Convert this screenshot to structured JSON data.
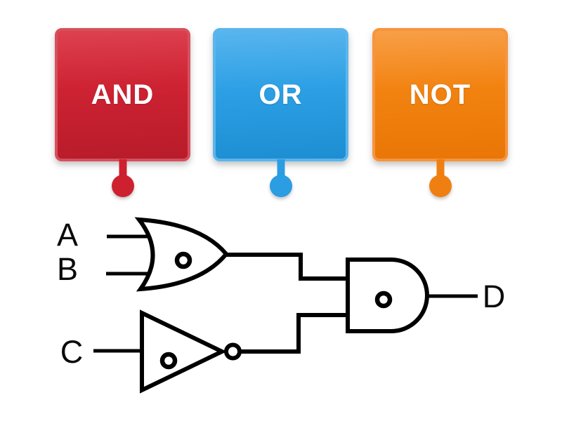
{
  "page": {
    "background": "#ffffff"
  },
  "cards": [
    {
      "id": "and",
      "label": "AND",
      "color": {
        "base": "#cd2232",
        "light": "#dd4150",
        "dark": "#b81c2a",
        "border": "#d6505c",
        "connector": "#ce2130"
      }
    },
    {
      "id": "or",
      "label": "OR",
      "color": {
        "base": "#2da0e5",
        "light": "#58b5ee",
        "dark": "#1d8ed2",
        "border": "#5cb5ec",
        "connector": "#2b9de2"
      }
    },
    {
      "id": "not",
      "label": "NOT",
      "color": {
        "base": "#f28311",
        "light": "#f89f48",
        "dark": "#e97606",
        "border": "#f6953d",
        "connector": "#f07f11"
      }
    }
  ],
  "diagram": {
    "stroke_color": "#000000",
    "labels": {
      "input_1": "A",
      "input_2": "B",
      "input_3": "C",
      "output": "D"
    },
    "gates": [
      {
        "name": "or-gate"
      },
      {
        "name": "not-gate"
      },
      {
        "name": "and-gate"
      }
    ],
    "drop_targets": 3
  }
}
